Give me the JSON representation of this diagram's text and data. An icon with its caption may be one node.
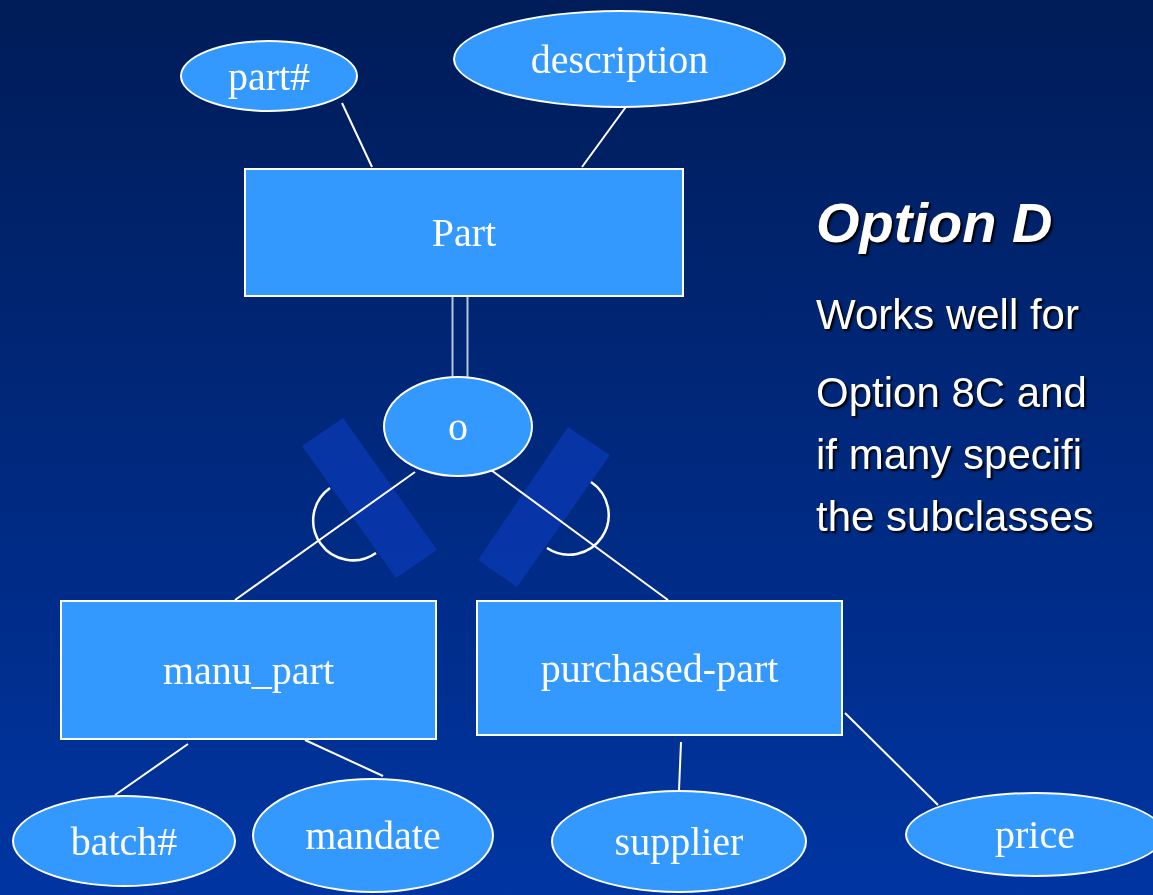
{
  "diagram": {
    "title": "Option D",
    "nodes": [
      {
        "text": [
          "part#"
        ]
      },
      {
        "text": [
          "description"
        ]
      },
      {
        "text": [
          "Part"
        ]
      },
      {
        "text": [
          "o"
        ]
      },
      {
        "text": [
          "manu_part"
        ]
      },
      {
        "text": [
          "purchased-part"
        ]
      },
      {
        "text": [
          "batch#"
        ]
      },
      {
        "text": [
          "mandate"
        ]
      },
      {
        "text": [
          "supplier"
        ]
      },
      {
        "text": [
          "price"
        ]
      }
    ],
    "edges": [
      {
        "from": 0,
        "to": 2,
        "arrow": "none"
      },
      {
        "from": 1,
        "to": 2,
        "arrow": "none"
      },
      {
        "from": 2,
        "to": 3,
        "arrow": "none"
      },
      {
        "from": 3,
        "to": 4,
        "arrow": "none"
      },
      {
        "from": 3,
        "to": 5,
        "arrow": "none"
      },
      {
        "from": 4,
        "to": 6,
        "arrow": "none"
      },
      {
        "from": 4,
        "to": 7,
        "arrow": "none"
      },
      {
        "from": 5,
        "to": 8,
        "arrow": "none"
      },
      {
        "from": 5,
        "to": 9,
        "arrow": "none"
      }
    ],
    "labels": [
      "Works well for",
      "Option 8C and if many specifi the subclasses"
    ]
  }
}
